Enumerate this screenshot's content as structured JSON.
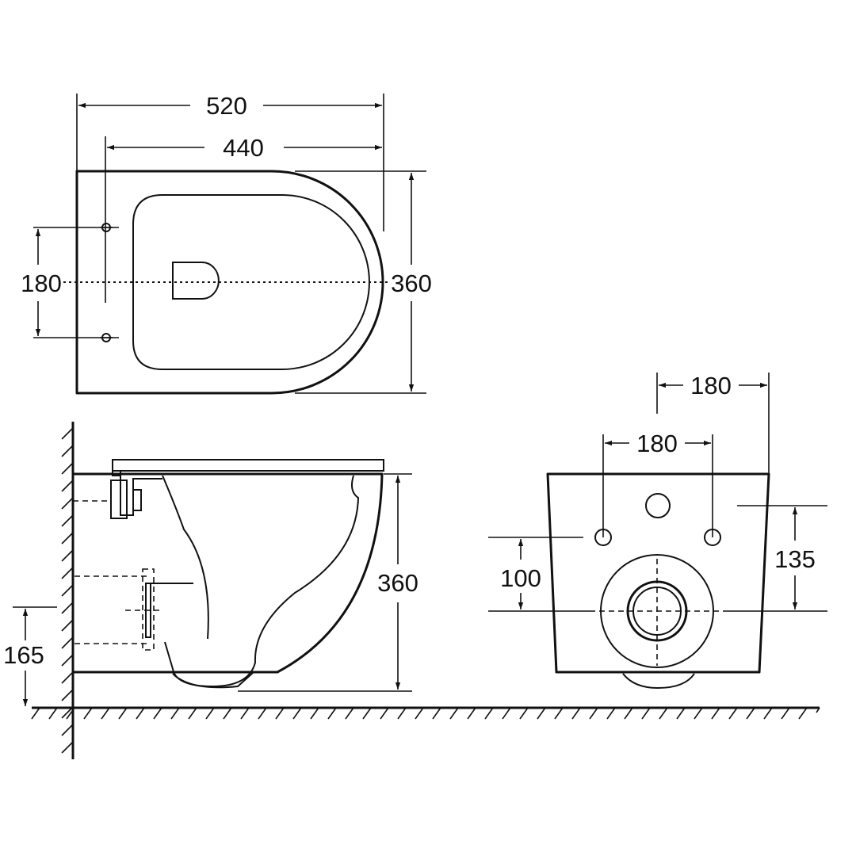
{
  "top_view": {
    "width_overall": "520",
    "width_fixing": "440",
    "bolt_spacing": "180",
    "depth": "360"
  },
  "side_view": {
    "height": "360",
    "floor_to_inlet": "165"
  },
  "rear_view": {
    "top_width": "180",
    "bolt_spacing": "180",
    "bolt_to_outlet": "100",
    "inlet_to_outlet": "135"
  },
  "colors": {
    "line": "#111111",
    "background": "#ffffff"
  }
}
